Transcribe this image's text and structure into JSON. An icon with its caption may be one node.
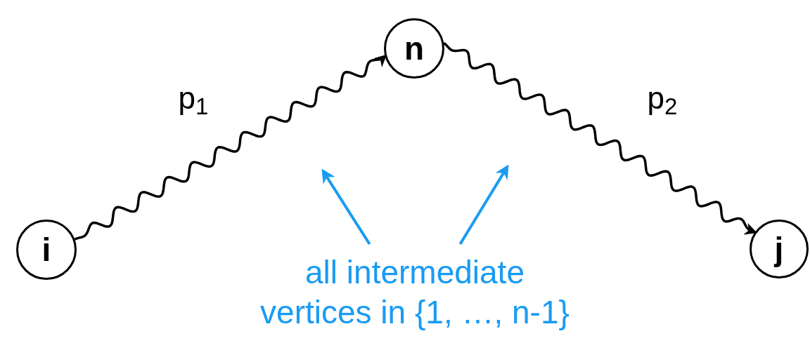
{
  "diagram": {
    "nodes": [
      {
        "text": [
          "i"
        ]
      },
      {
        "text": [
          "n"
        ]
      },
      {
        "text": [
          "j"
        ]
      },
      {
        "text": [
          "all intermediate vertices in {1, …, n-1}"
        ]
      }
    ],
    "edges": [
      {
        "from": 0,
        "to": 1,
        "arrow": "to",
        "label": "p$_{1}$"
      },
      {
        "from": 1,
        "to": 2,
        "arrow": "to",
        "label": "p$_{2}$"
      },
      {
        "from": 3,
        "to": null,
        "arrow": "to",
        "color": "#1a9bf2"
      },
      {
        "from": 3,
        "to": null,
        "arrow": "to",
        "color": "#1a9bf2"
      }
    ]
  }
}
